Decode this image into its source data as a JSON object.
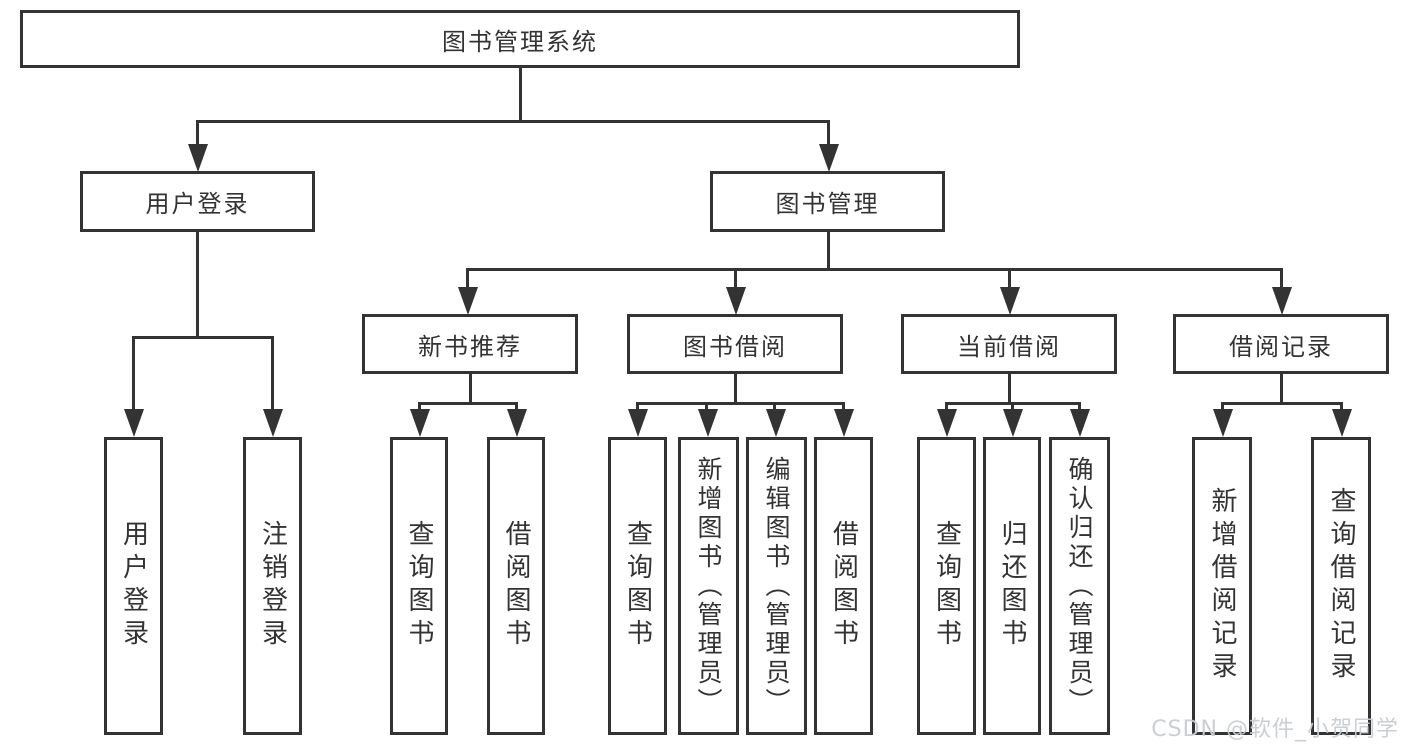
{
  "diagram": {
    "root": "图书管理系统",
    "level2": [
      "用户登录",
      "图书管理"
    ],
    "level3": [
      "新书推荐",
      "图书借阅",
      "当前借阅",
      "借阅记录"
    ],
    "leaves": {
      "user_login_children": [
        "用户登录",
        "注销登录"
      ],
      "new_book_children": [
        "查询图书",
        "借阅图书"
      ],
      "book_borrow_children": [
        "查询图书",
        "新增图书（管理员）",
        "编辑图书（管理员）",
        "借阅图书"
      ],
      "current_borrow_children": [
        "查询图书",
        "归还图书",
        "确认归还（管理员）"
      ],
      "record_children": [
        "新增借阅记录",
        "查询借阅记录"
      ]
    }
  },
  "watermark": "CSDN @软件_小贺同学",
  "colors": {
    "line": "#333333",
    "text": "#333333",
    "background": "#ffffff",
    "watermark": "#c7cbd3"
  }
}
